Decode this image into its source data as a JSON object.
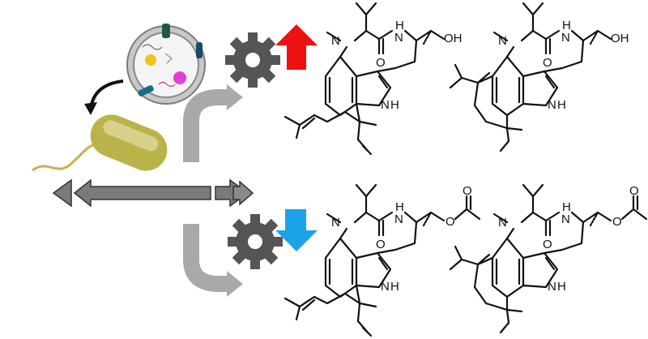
{
  "colors": {
    "upregulation_arrow": "#ee1111",
    "downregulation_arrow": "#1aa3e8",
    "gear": "#555555",
    "bacterium": "#b9b34a",
    "flagellum": "#c8b24a",
    "gene_arrows": "#7a7a7a",
    "pathway_arrows": "#a9a9a9"
  },
  "icons": {
    "top_gear": "gear-icon",
    "bottom_gear": "gear-icon",
    "up": "up-arrow-icon",
    "down": "down-arrow-icon",
    "cell": "bacterium-icon",
    "vesicle": "vesicle-icon"
  },
  "structure_labels": {
    "n_methyl": "N",
    "amide_nh": "H",
    "amide_n": "N",
    "carbonyl_o": "O",
    "indole_n": "N",
    "indole_h": "H",
    "hydroxyl": "OH",
    "ester_o": "O",
    "ester_carbonyl_o": "O"
  }
}
